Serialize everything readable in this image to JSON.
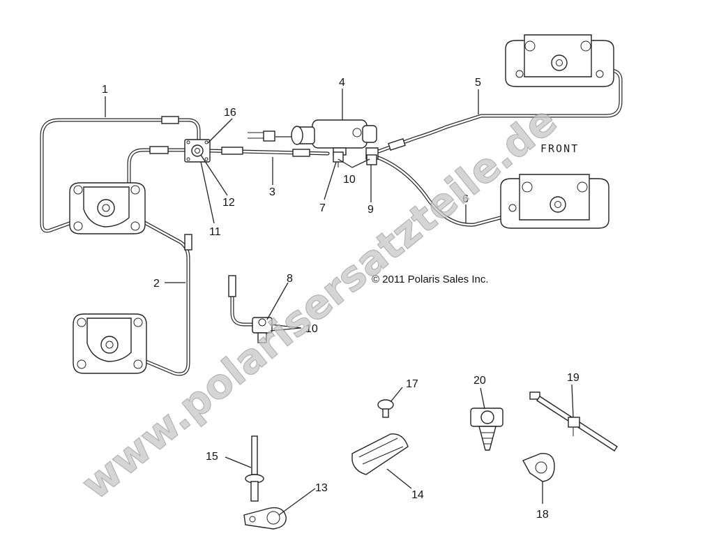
{
  "callouts": {
    "c1": "1",
    "c2": "2",
    "c3": "3",
    "c4": "4",
    "c5": "5",
    "c6": "6",
    "c7": "7",
    "c8": "8",
    "c9": "9",
    "c10a": "10",
    "c10b": "10",
    "c11": "11",
    "c12": "12",
    "c13": "13",
    "c14": "14",
    "c15": "15",
    "c16": "16",
    "c17": "17",
    "c18": "18",
    "c19": "19",
    "c20": "20"
  },
  "front_label": "FRONT",
  "copyright": "© 2011 Polaris Sales Inc.",
  "watermark": "www.polarisersatzteile.de",
  "colors": {
    "line": "#222222",
    "watermark": "#c8c8c8",
    "background": "#ffffff"
  }
}
